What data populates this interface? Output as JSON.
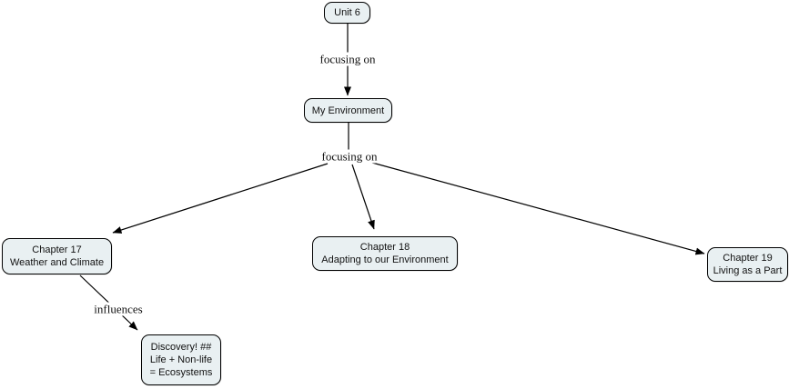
{
  "diagram": {
    "nodes": {
      "unit6": {
        "lines": [
          "Unit 6"
        ]
      },
      "my_environment": {
        "lines": [
          "My Environment"
        ]
      },
      "chapter17": {
        "lines": [
          "Chapter 17",
          "Weather and Climate"
        ]
      },
      "chapter18": {
        "lines": [
          "Chapter 18",
          "Adapting to our Environment"
        ]
      },
      "chapter19": {
        "lines": [
          "Chapter 19",
          "Living as a Part"
        ]
      },
      "discovery": {
        "lines": [
          "Discovery! ##",
          "Life + Non-life",
          "= Ecosystems"
        ]
      }
    },
    "link_labels": {
      "focusing_on_1": "focusing on",
      "focusing_on_2": "focusing on",
      "influences": "influences"
    },
    "colors": {
      "background": "#ffffff",
      "node_fill": "#e9f0f2",
      "node_border": "#000000",
      "connector": "#000000",
      "text": "#111111"
    }
  }
}
